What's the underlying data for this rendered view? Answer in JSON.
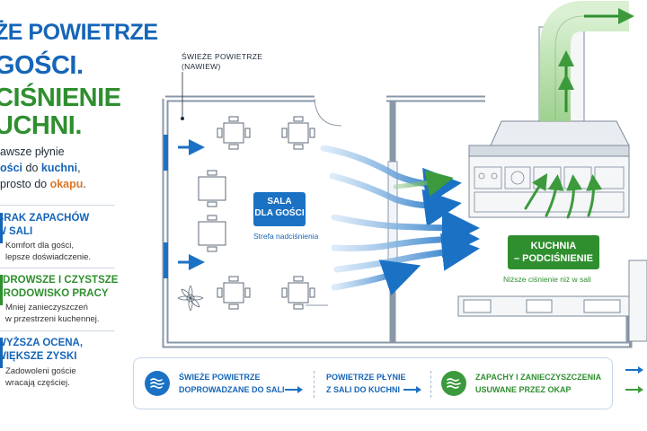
{
  "headline": {
    "line1": "ŻE POWIETRZE",
    "line2": "GOŚCI.",
    "line3": "CIŚNIENIE",
    "line4": "UCHNI."
  },
  "intro": {
    "line1": "awsze płynie",
    "line2_a": "ości",
    "line2_b": " do ",
    "line2_c": "kuchni",
    "line2_d": ",",
    "line3_a": " prosto do ",
    "line3_b": "okapu",
    "line3_c": "."
  },
  "benefits": [
    {
      "title1": "BRAK ZAPACHÓW",
      "title2": "W SALI",
      "text1": "Komfort dla gości,",
      "text2": "lepsze doświadczenie."
    },
    {
      "title1": "ZDROWSZE I CZYSTSZE",
      "title2": "ŚRODOWISKO PRACY",
      "text1": "Mniej zanieczyszczeń",
      "text2": "w przestrzeni kuchennej."
    },
    {
      "title1": "WYŻSZA OCENA,",
      "title2": "WIĘKSZE ZYSKI",
      "text1": "Zadowoleni goście",
      "text2": "wracają częściej."
    }
  ],
  "diagram": {
    "fresh_air_label_1": "ŚWIEŻE POWIETRZE",
    "fresh_air_label_2": "(NAWIEW)",
    "sala_title_1": "SALA",
    "sala_title_2": "DLA GOŚCI",
    "sala_sub": "Strefa nadciśnienia",
    "kuchnia_title_1": "KUCHNIA",
    "kuchnia_title_2": "– PODCIŚNIENIE",
    "kuchnia_sub": "Niższe ciśnienie niż w sali"
  },
  "legend": [
    {
      "line1": "ŚWIEŻE POWIETRZE",
      "line2": "DOPROWADZANE DO SALI"
    },
    {
      "line1": "POWIETRZE PŁYNIE",
      "line2": "Z SALI DO KUCHNI"
    },
    {
      "line1": "ZAPACHY I ZANIECZYSZCZENIA",
      "line2": "USUWANE PRZEZ OKAP"
    }
  ],
  "colors": {
    "blue": "#1565b8",
    "green": "#2f8f2f",
    "orange": "#d9772a",
    "wall": "#8a97a8"
  }
}
